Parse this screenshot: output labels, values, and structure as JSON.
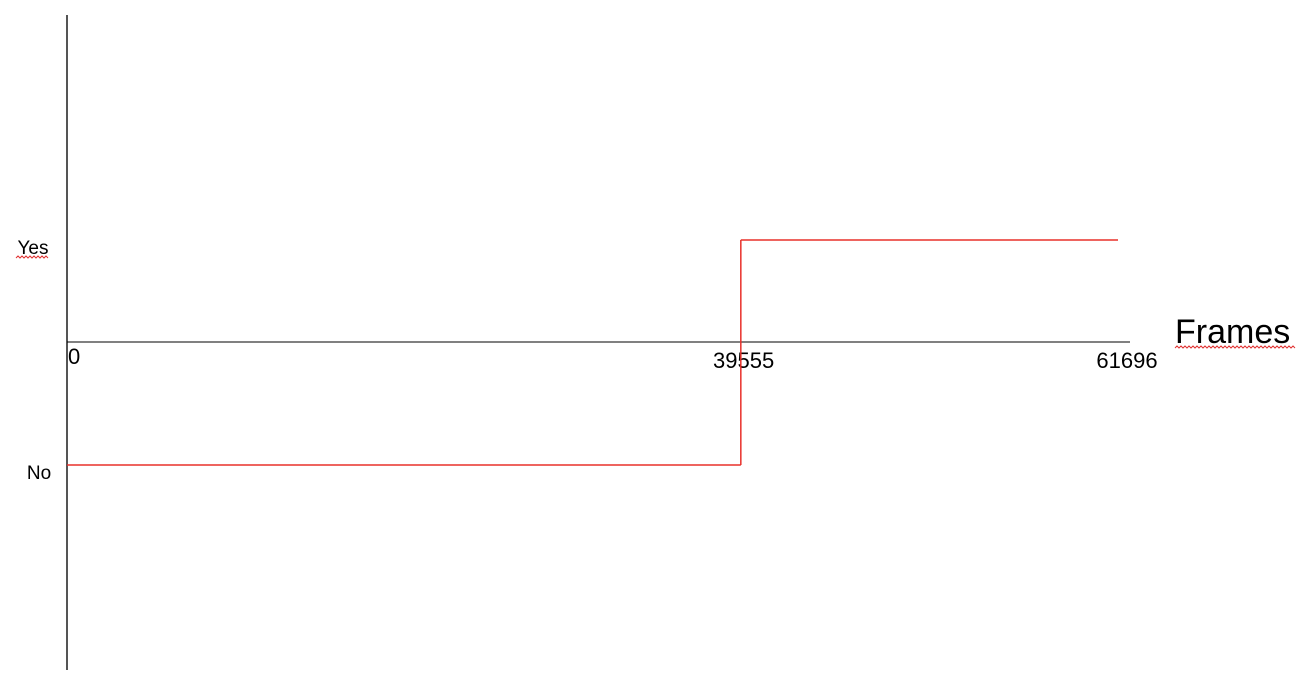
{
  "chart_data": {
    "type": "line",
    "step": true,
    "xlabel": "Frames",
    "ylabel": "",
    "xlim": [
      0,
      61696
    ],
    "x_ticks": [
      0,
      39555,
      61696
    ],
    "x_tick_labels": [
      "0",
      "39555",
      "61696"
    ],
    "y_categories": [
      "No",
      "Yes"
    ],
    "series": [
      {
        "points": [
          {
            "x": 0,
            "y": "No"
          },
          {
            "x": 39555,
            "y": "No"
          },
          {
            "x": 39555,
            "y": "Yes"
          },
          {
            "x": 61696,
            "y": "Yes"
          }
        ]
      }
    ],
    "grid": false,
    "legend": "none",
    "colors": {
      "series": "#e8302a",
      "axis": "#000000",
      "y_axis": "#555555"
    }
  }
}
